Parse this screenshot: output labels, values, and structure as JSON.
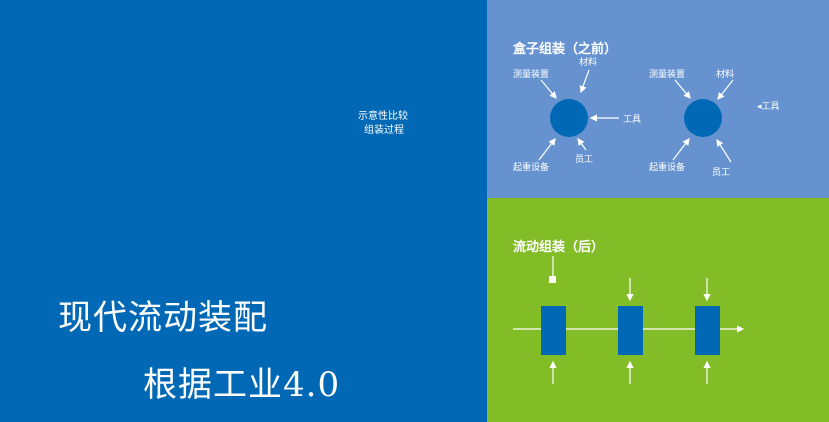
{
  "left": {
    "note_line1": "示意性比较",
    "note_line2": "组装过程",
    "title_line1": "现代流动装配",
    "title_line2": "根据工业4.0"
  },
  "box_assembly": {
    "title": "盒子组装（之前）",
    "labels": {
      "measuring": "测量装置",
      "material": "材料",
      "tools": "工具",
      "lifting": "起重设备",
      "staff": "员工"
    },
    "legend_tools": "◂工具"
  },
  "flow_assembly": {
    "title": "流动组装（后）"
  },
  "colors": {
    "left_bg": "#0068b4",
    "top_right_bg": "#6693cf",
    "bottom_right_bg": "#82bc26",
    "station": "#0068b4"
  }
}
